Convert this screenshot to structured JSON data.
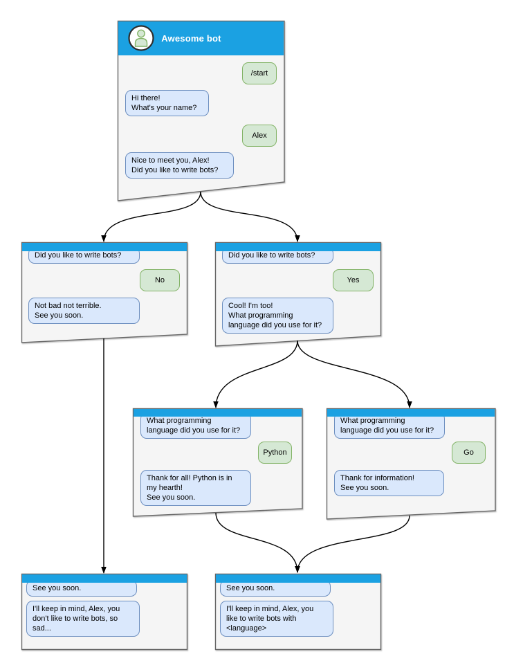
{
  "windows": [
    {
      "id": "root",
      "title": "Awesome bot",
      "messages": [
        {
          "side": "user",
          "text": "/start"
        },
        {
          "side": "bot",
          "text": "Hi there!\nWhat's your name?"
        },
        {
          "side": "user",
          "text": "Alex"
        },
        {
          "side": "bot",
          "text": "Nice to meet you, Alex!\nDid you like to write bots?"
        }
      ]
    },
    {
      "id": "branch-no",
      "messages": [
        {
          "side": "bot",
          "text": "Did you like to write bots?"
        },
        {
          "side": "user",
          "text": "No"
        },
        {
          "side": "bot",
          "text": "Not bad not terrible.\nSee you soon."
        }
      ]
    },
    {
      "id": "branch-yes",
      "messages": [
        {
          "side": "bot",
          "text": "Did you like to write bots?"
        },
        {
          "side": "user",
          "text": "Yes"
        },
        {
          "side": "bot",
          "text": "Cool! I'm too!\nWhat programming\nlanguage did you use for it?"
        }
      ]
    },
    {
      "id": "branch-python",
      "messages": [
        {
          "side": "bot",
          "text": "What programming\nlanguage did you use for it?"
        },
        {
          "side": "user",
          "text": "Python"
        },
        {
          "side": "bot",
          "text": "Thank for all! Python is in\nmy hearth!\nSee you soon."
        }
      ]
    },
    {
      "id": "branch-go",
      "messages": [
        {
          "side": "bot",
          "text": "What programming\nlanguage did you use for it?"
        },
        {
          "side": "user",
          "text": "Go"
        },
        {
          "side": "bot",
          "text": "Thank for information!\nSee you soon."
        }
      ]
    },
    {
      "id": "end-no",
      "messages": [
        {
          "side": "bot",
          "text": "See you soon."
        },
        {
          "side": "bot",
          "text": "I'll keep in mind, Alex, you\ndon't like to write bots, so\nsad..."
        }
      ]
    },
    {
      "id": "end-language",
      "messages": [
        {
          "side": "bot",
          "text": "See you soon."
        },
        {
          "side": "bot",
          "text": "I'll keep in mind, Alex, you\nlike to write bots with\n<language>"
        }
      ]
    }
  ],
  "edges": [
    {
      "from": "root",
      "to": "branch-no"
    },
    {
      "from": "root",
      "to": "branch-yes"
    },
    {
      "from": "branch-yes",
      "to": "branch-python"
    },
    {
      "from": "branch-yes",
      "to": "branch-go"
    },
    {
      "from": "branch-no",
      "to": "end-no"
    },
    {
      "from": "branch-python",
      "to": "end-language"
    },
    {
      "from": "branch-go",
      "to": "end-language"
    }
  ],
  "colors": {
    "titlebar": "#1ba1e2",
    "window_fill": "#f5f5f5",
    "window_border": "#666666",
    "bot_bubble_fill": "#dae8fc",
    "bot_bubble_border": "#6c8ebf",
    "user_bubble_fill": "#d5e8d4",
    "user_bubble_border": "#82b366",
    "connector": "#000000",
    "canvas_background": "#ffffff"
  }
}
